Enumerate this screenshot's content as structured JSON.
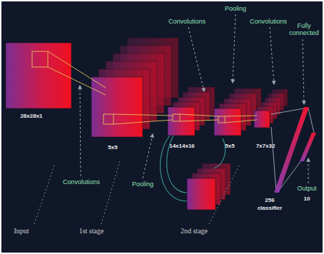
{
  "diagram": {
    "labels": [
      "Pooling",
      "Convolutions",
      "Convolutions",
      "Fully connected",
      "28x28x1",
      "5x5",
      "14x14x16",
      "5x5",
      "7x7x32",
      "Convolutions",
      "Pooling",
      "256",
      "classifier",
      "Output",
      "10",
      "Input",
      "1st stage",
      "2nd stage"
    ]
  }
}
